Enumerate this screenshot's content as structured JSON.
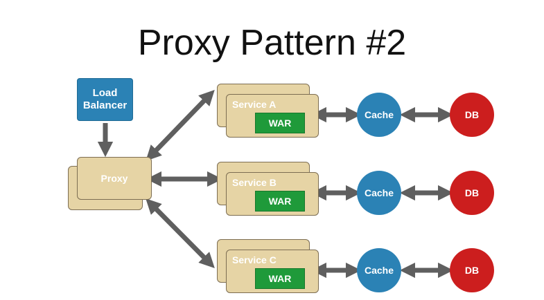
{
  "slide": {
    "title": "Proxy Pattern #2"
  },
  "nodes": {
    "load_balancer": "Load\nBalancer",
    "proxy": "Proxy",
    "services": [
      {
        "name": "Service A",
        "artifact": "WAR"
      },
      {
        "name": "Service B",
        "artifact": "WAR"
      },
      {
        "name": "Service C",
        "artifact": "WAR"
      }
    ],
    "cache_label": "Cache",
    "db_label": "DB"
  },
  "colors": {
    "box_fill": "#e6d4a5",
    "box_border": "#7c6d52",
    "blue": "#2b82b5",
    "green": "#1f9a3a",
    "red": "#cc1e1e",
    "arrow": "#5f5f5f"
  }
}
